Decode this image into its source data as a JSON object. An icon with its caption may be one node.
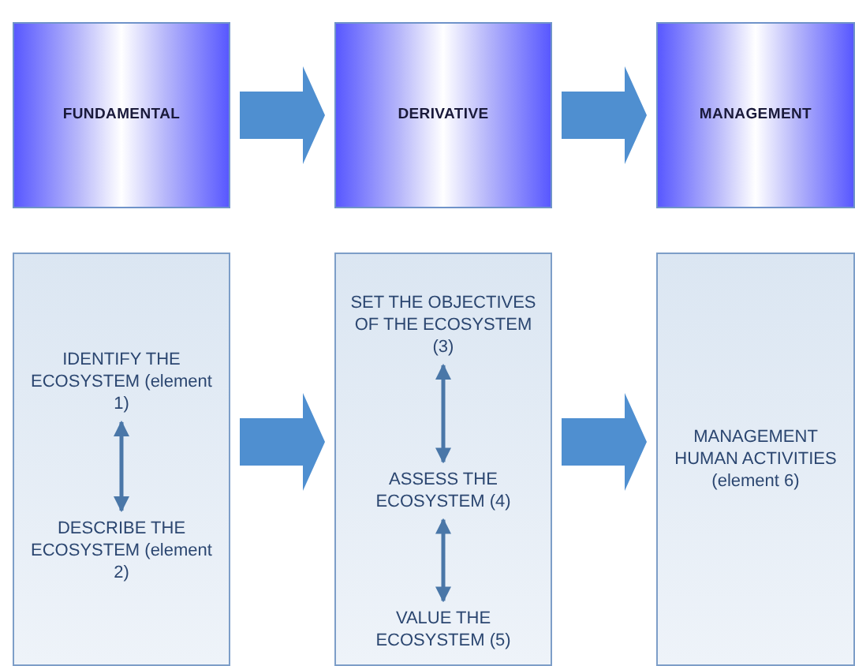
{
  "diagram": {
    "nodes": [
      {
        "text": [
          "FUNDAMENTAL"
        ]
      },
      {
        "text": [
          "DERIVATIVE"
        ]
      },
      {
        "text": [
          "MANAGEMENT"
        ]
      },
      {
        "text": [],
        "shape": "box"
      },
      {
        "text": [
          "IDENTIFY THE ECOSYSTEM (element 1)"
        ],
        "in": 3
      },
      {
        "text": [
          "DESCRIBE THE ECOSYSTEM (element 2)"
        ],
        "in": 3
      },
      {
        "text": [],
        "shape": "box"
      },
      {
        "text": [
          "SET THE OBJECTIVES OF THE ECOSYSTEM (3)"
        ],
        "in": 6
      },
      {
        "text": [
          "ASSESS THE ECOSYSTEM (4)"
        ],
        "in": 6
      },
      {
        "text": [
          "VALUE THE ECOSYSTEM (5)"
        ],
        "in": 6
      },
      {
        "text": [
          "MANAGEMENT HUMAN ACTIVITIES (element 6)"
        ]
      }
    ],
    "edges": [
      {
        "from": 0,
        "to": 1,
        "arrow": "to",
        "style": "thick"
      },
      {
        "from": 1,
        "to": 2,
        "arrow": "to",
        "style": "thick"
      },
      {
        "from": 3,
        "to": 6,
        "arrow": "to",
        "style": "thick"
      },
      {
        "from": 6,
        "to": 10,
        "arrow": "to",
        "style": "thick"
      },
      {
        "from": 4,
        "to": 5,
        "arrow": "both"
      },
      {
        "from": 7,
        "to": 8,
        "arrow": "both"
      },
      {
        "from": 8,
        "to": 9,
        "arrow": "both"
      }
    ]
  }
}
